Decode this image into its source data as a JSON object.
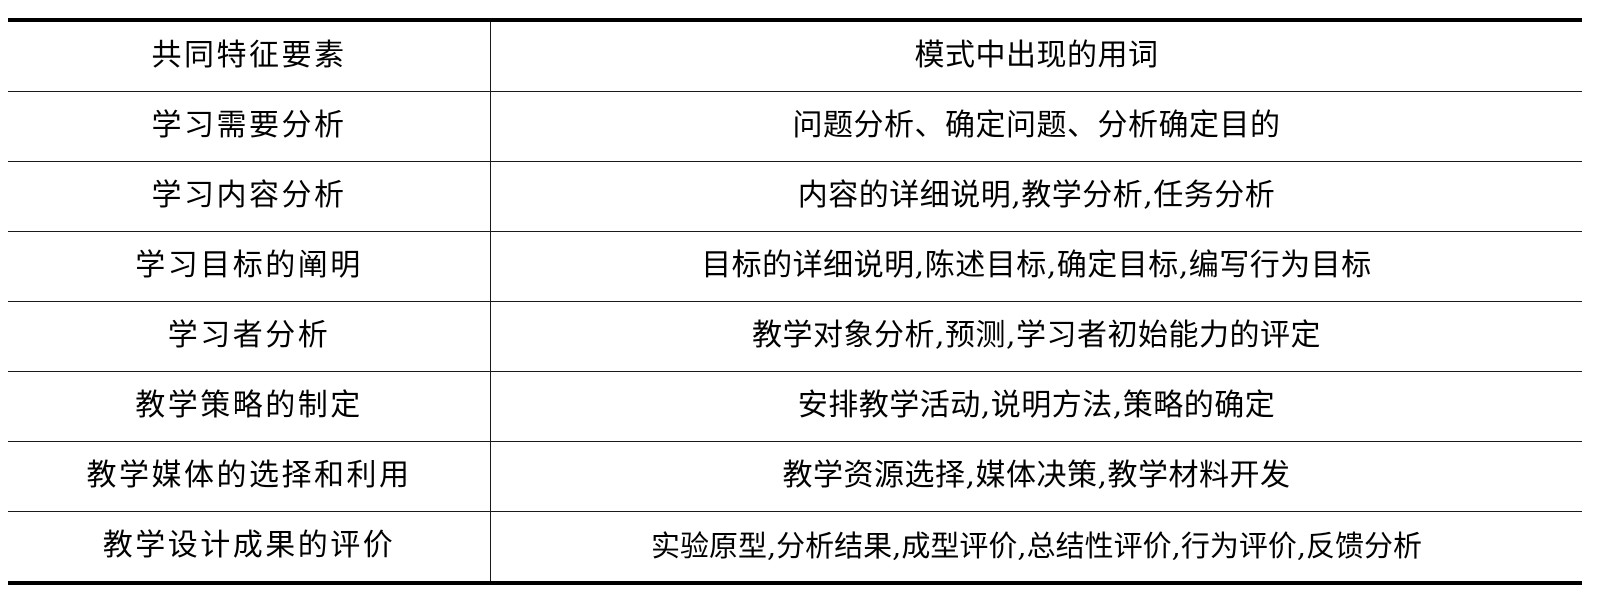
{
  "table": {
    "columns": [
      "共同特征要素",
      "模式中出现的用词"
    ],
    "rows": [
      {
        "feature": "学习需要分析",
        "terms": "问题分析、确定问题、分析确定目的"
      },
      {
        "feature": "学习内容分析",
        "terms": "内容的详细说明,教学分析,任务分析"
      },
      {
        "feature": "学习目标的阐明",
        "terms": "目标的详细说明,陈述目标,确定目标,编写行为目标"
      },
      {
        "feature": "学习者分析",
        "terms": "教学对象分析,预测,学习者初始能力的评定"
      },
      {
        "feature": "教学策略的制定",
        "terms": "安排教学活动,说明方法,策略的确定"
      },
      {
        "feature": "教学媒体的选择和利用",
        "terms": "教学资源选择,媒体决策,教学材料开发"
      },
      {
        "feature": "教学设计成果的评价",
        "terms": "实验原型,分析结果,成型评价,总结性评价,行为评价,反馈分析"
      }
    ]
  },
  "style": {
    "rule_color": "#1a1a1a",
    "outer_rule_color": "#000000",
    "text_color": "#000000",
    "background": "#ffffff"
  }
}
